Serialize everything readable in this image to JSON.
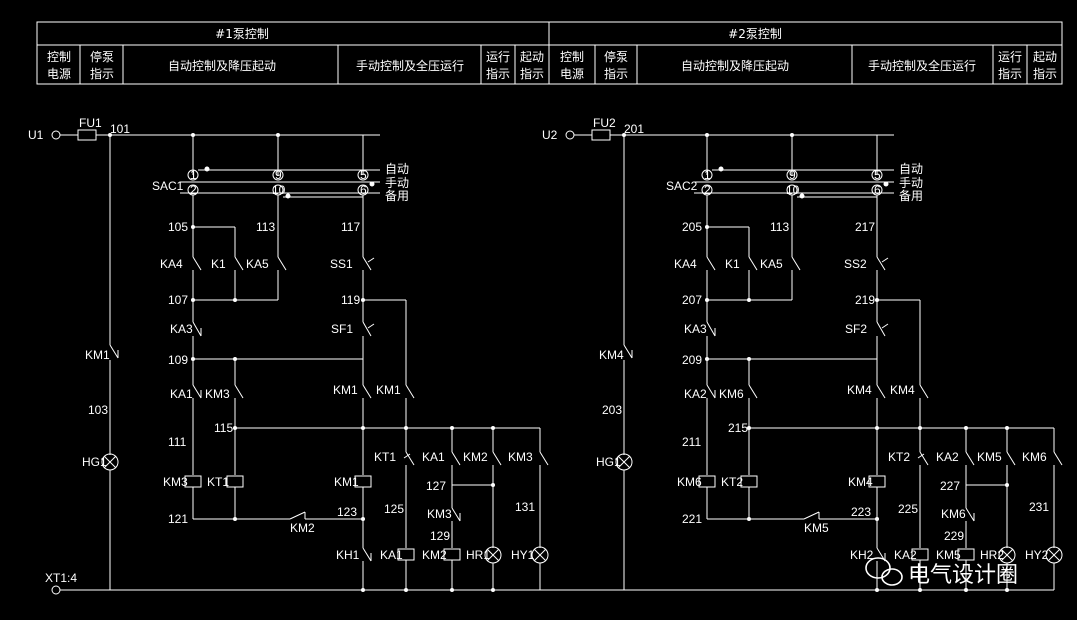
{
  "header": {
    "pump1_title": "#1泵控制",
    "pump2_title": "#2泵控制",
    "columns": [
      [
        "控制",
        "电源"
      ],
      [
        "停泵",
        "指示"
      ],
      [
        "自动控制及降压起动"
      ],
      [
        "手动控制及全压运行"
      ],
      [
        "运行",
        "指示"
      ],
      [
        "起动",
        "指示"
      ]
    ]
  },
  "circuit1": {
    "supply": "U1",
    "fuse": "FU1",
    "node_top": "101",
    "switch": "SAC1",
    "contacts_top": [
      "1",
      "9",
      "5"
    ],
    "contacts_bottom": [
      "2",
      "10",
      "6"
    ],
    "mode_auto": "自动",
    "mode_manual": "手动",
    "mode_standby": "备用",
    "n105": "105",
    "n113": "113",
    "n117": "117",
    "KA4": "KA4",
    "K1": "K1",
    "KA5": "KA5",
    "SS": "SS1",
    "n107": "107",
    "n119": "119",
    "KA3": "KA3",
    "SF": "SF1",
    "KM_left": "KM1",
    "n103": "103",
    "HG": "HG1",
    "n109": "109",
    "KA_a": "KA1",
    "KM_b": "KM3",
    "KM_c": "KM1",
    "KM_d": "KM1",
    "n115": "115",
    "n111": "111",
    "KT_contact": "KT1",
    "KA_contact": "KA1",
    "KM_contact2": "KM2",
    "KM_contact3": "KM3",
    "n127": "127",
    "coil1": "KM3",
    "coil2": "KT1",
    "coil3": "KM1",
    "n121": "121",
    "KM_bridge": "KM2",
    "n123": "123",
    "n125": "125",
    "KM_nc": "KM3",
    "n129": "129",
    "n131": "131",
    "KH": "KH1",
    "coil_KA": "KA1",
    "coil_KM": "KM2",
    "lamp_HR": "HR1",
    "lamp_HY": "HY1"
  },
  "circuit2": {
    "supply": "U2",
    "fuse": "FU2",
    "node_top": "201",
    "switch": "SAC2",
    "contacts_top": [
      "1",
      "9",
      "5"
    ],
    "contacts_bottom": [
      "2",
      "10",
      "6"
    ],
    "mode_auto": "自动",
    "mode_manual": "手动",
    "mode_standby": "备用",
    "n105": "205",
    "n113": "113",
    "n117": "217",
    "KA4": "KA4",
    "K1": "K1",
    "KA5": "KA5",
    "SS": "SS2",
    "n107": "207",
    "n119": "219",
    "KA3": "KA3",
    "SF": "SF2",
    "KM_left": "KM4",
    "n103": "203",
    "HG": "HG1",
    "n109": "209",
    "KA_a": "KA2",
    "KM_b": "KM6",
    "KM_c": "KM4",
    "KM_d": "KM4",
    "n115": "215",
    "n111": "211",
    "KT_contact": "KT2",
    "KA_contact": "KA2",
    "KM_contact2": "KM5",
    "KM_contact3": "KM6",
    "n127": "227",
    "coil1": "KM6",
    "coil2": "KT2",
    "coil3": "KM4",
    "n121": "221",
    "KM_bridge": "KM5",
    "n123": "223",
    "n125": "225",
    "KM_nc": "KM6",
    "n129": "229",
    "n131": "231",
    "KH": "KH2",
    "coil_KA": "KA2",
    "coil_KM": "KM5",
    "lamp_HR": "HR2",
    "lamp_HY": "HY2"
  },
  "terminal": "XT1:4",
  "watermark": "电气设计圈"
}
